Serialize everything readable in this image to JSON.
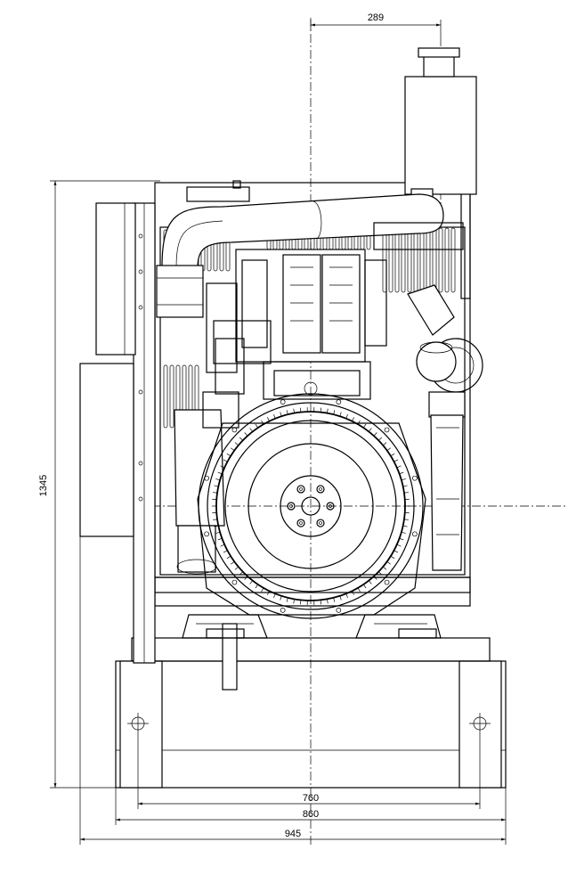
{
  "dimensions": {
    "exhaust_offset": "289",
    "height": "1345",
    "inner_width": "760",
    "base_width": "860",
    "overall_width": "945"
  }
}
